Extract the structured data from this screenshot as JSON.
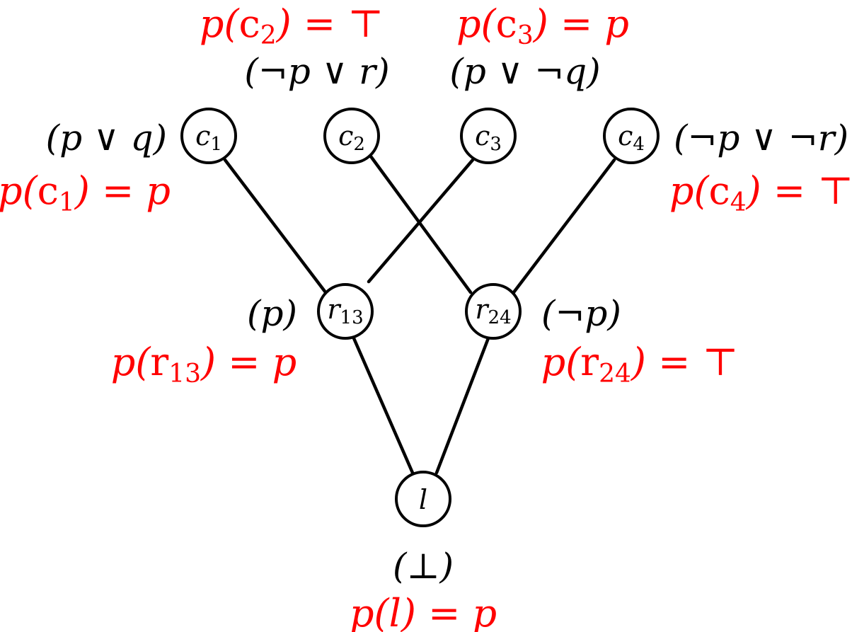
{
  "colors": {
    "node_stroke": "#000000",
    "edge": "#000000",
    "annotation": "#ff0000",
    "clause": "#000000"
  },
  "nodes": {
    "c1": {
      "base": "c",
      "sub": "1",
      "clause": "(p ∨ q)",
      "ann_fn": "p(",
      "ann_sub": "1",
      "ann_rest": ") = p"
    },
    "c2": {
      "base": "c",
      "sub": "2",
      "clause": "(¬p ∨ r)",
      "ann_fn": "p(",
      "ann_sub": "2",
      "ann_rest": ") = ⊤"
    },
    "c3": {
      "base": "c",
      "sub": "3",
      "clause": "(p ∨ ¬q)",
      "ann_fn": "p(",
      "ann_sub": "3",
      "ann_rest": ") = p"
    },
    "c4": {
      "base": "c",
      "sub": "4",
      "clause": "(¬p ∨ ¬r)",
      "ann_fn": "p(",
      "ann_sub": "4",
      "ann_rest": ") = ⊤"
    },
    "r13": {
      "base": "r",
      "sub": "13",
      "clause": "(p)",
      "ann_fn": "p(",
      "ann_sub": "13",
      "ann_rest": ") = p"
    },
    "r24": {
      "base": "r",
      "sub": "24",
      "clause": "(¬p)",
      "ann_fn": "p(",
      "ann_sub": "24",
      "ann_rest": ") = ⊤"
    },
    "l": {
      "base": "l",
      "sub": "",
      "clause": "(⊥)",
      "ann_full": "p(l) = p"
    }
  }
}
